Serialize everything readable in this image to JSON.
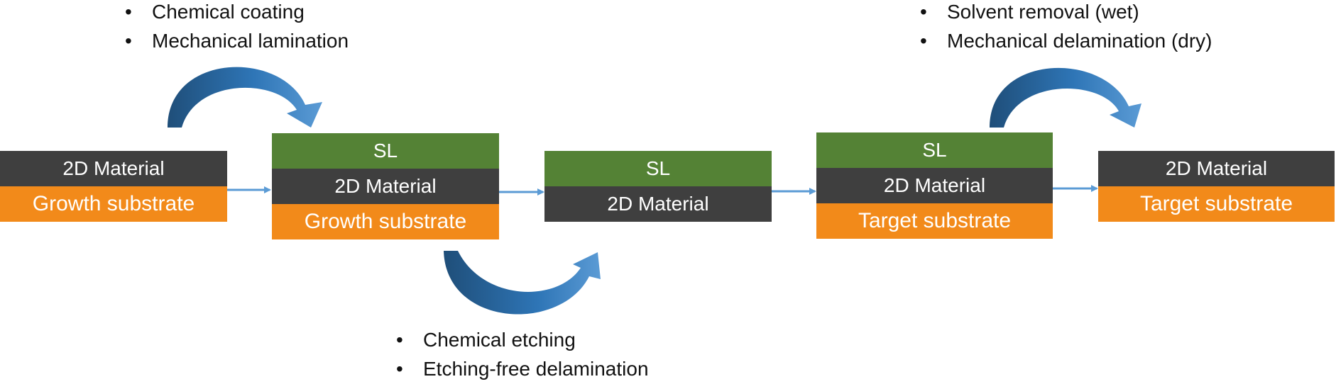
{
  "colors": {
    "support_layer": "#548235",
    "material": "#3f3f3f",
    "substrate": "#f28a1a",
    "arrow_curved": "#2e75b6",
    "arrow_straight": "#5b9bd5"
  },
  "stages": [
    {
      "layers": [
        {
          "kind": "material",
          "label": "2D Material"
        },
        {
          "kind": "substrate",
          "label": "Growth substrate"
        }
      ]
    },
    {
      "layers": [
        {
          "kind": "support_layer",
          "label": "SL"
        },
        {
          "kind": "material",
          "label": "2D Material"
        },
        {
          "kind": "substrate",
          "label": "Growth substrate"
        }
      ]
    },
    {
      "layers": [
        {
          "kind": "support_layer",
          "label": "SL"
        },
        {
          "kind": "material",
          "label": "2D Material"
        }
      ]
    },
    {
      "layers": [
        {
          "kind": "support_layer",
          "label": "SL"
        },
        {
          "kind": "material",
          "label": "2D Material"
        },
        {
          "kind": "substrate",
          "label": "Target substrate"
        }
      ]
    },
    {
      "layers": [
        {
          "kind": "material",
          "label": "2D Material"
        },
        {
          "kind": "substrate",
          "label": "Target substrate"
        }
      ]
    }
  ],
  "steps": [
    {
      "bullets": [
        "Chemical coating",
        "Mechanical lamination"
      ]
    },
    {
      "bullets": [
        "Chemical etching",
        "Etching-free delamination"
      ]
    },
    {
      "bullets": [
        "Solvent  removal (wet)",
        "Mechanical delamination (dry)"
      ]
    }
  ],
  "arrow_icons": {
    "straight": "arrow-right-icon",
    "curved_over": "curved-arrow-over-icon",
    "curved_under": "curved-arrow-under-icon"
  }
}
